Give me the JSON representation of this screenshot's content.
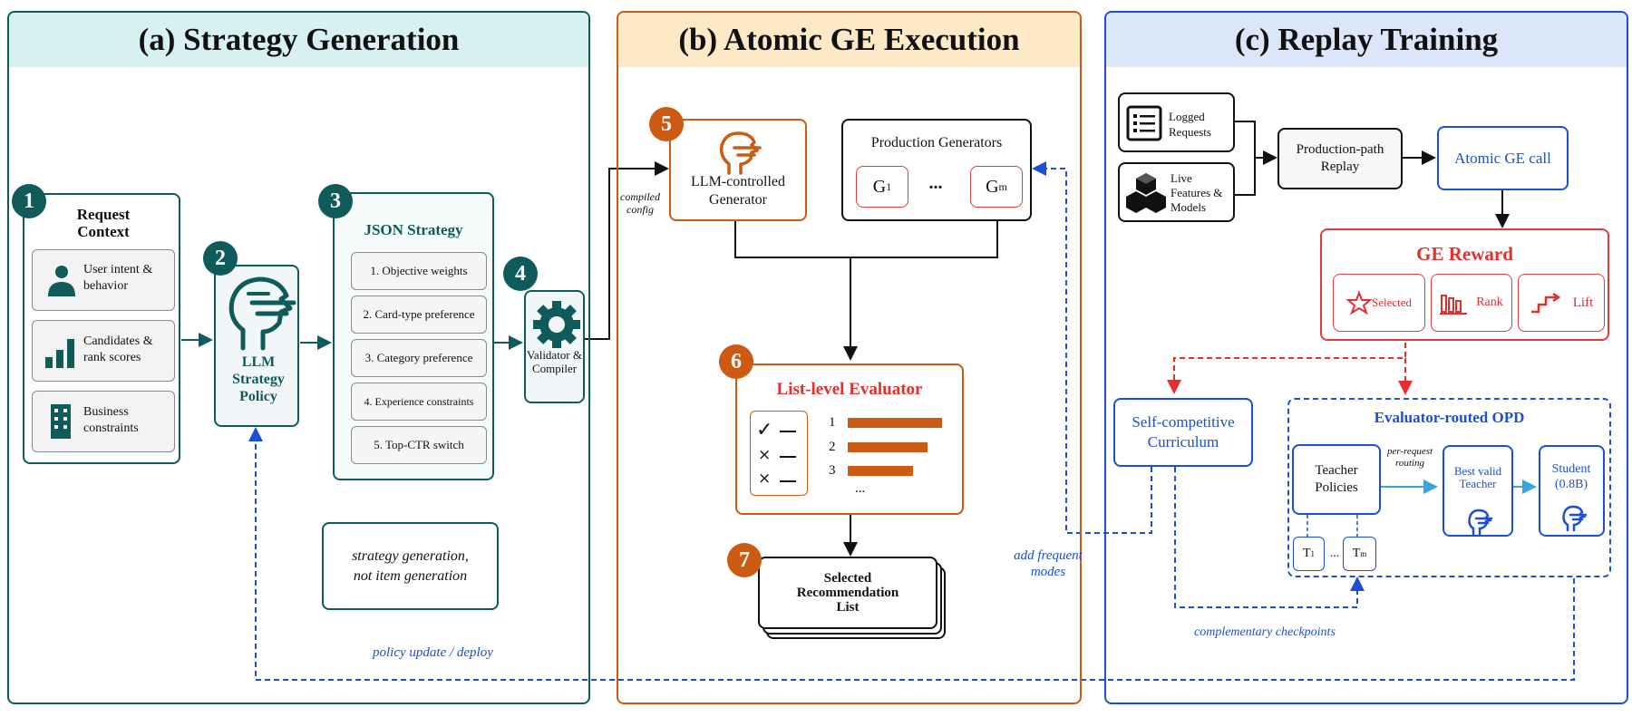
{
  "panels": {
    "a": {
      "title": "(a) Strategy Generation"
    },
    "b": {
      "title": "(b) Atomic GE Execution"
    },
    "c": {
      "title": "(c) Replay Training"
    }
  },
  "steps": {
    "s1": "1",
    "s2": "2",
    "s3": "3",
    "s4": "4",
    "s5": "5",
    "s6": "6",
    "s7": "7"
  },
  "request_context": {
    "title": "Request Context",
    "items": [
      "User intent & behavior",
      "Candidates & rank scores",
      "Business constraints"
    ]
  },
  "llm_policy": {
    "label": "LLM Strategy Policy"
  },
  "json_strategy": {
    "title": "JSON Strategy",
    "items": [
      "1. Objective weights",
      "2. Card-type preference",
      "3. Category preference",
      "4. Experience constraints",
      "5. Top-CTR switch"
    ]
  },
  "validator": {
    "label": "Validator & Compiler"
  },
  "note_a": "strategy generation, not item generation",
  "compiled_config": "compiled config",
  "llm_generator": {
    "label": "LLM-controlled Generator"
  },
  "production_generators": {
    "title": "Production Generators",
    "g1": "G",
    "g1_sub": "1",
    "dots": "...",
    "gm": "G",
    "gm_sub": "m"
  },
  "evaluator": {
    "title": "List-level Evaluator",
    "ranks": [
      "1",
      "2",
      "3"
    ],
    "more": "..."
  },
  "selected_list": {
    "label": "Selected Recommendation List"
  },
  "add_frequent_modes": "add frequent modes",
  "policy_update": "policy update / deploy",
  "replay": {
    "logged_requests": "Logged Requests",
    "live_features": "Live Features & Models",
    "production_path": "Production-path Replay",
    "atomic_call": "Atomic GE call"
  },
  "ge_reward": {
    "title": "GE Reward",
    "items": [
      "Selected",
      "Rank",
      "Lift"
    ]
  },
  "curriculum": {
    "label": "Self-competitive Curriculum"
  },
  "opd": {
    "title": "Evaluator-routed OPD",
    "teacher_policies": "Teacher Policies",
    "per_request_routing": "per-request routing",
    "best_teacher": "Best valid Teacher",
    "student": "Student (0.8B)",
    "t1": "T",
    "t1_sub": "1",
    "tdots": "...",
    "tm": "T",
    "tm_sub": "m"
  },
  "complementary_checkpoints": "complementary checkpoints",
  "colors": {
    "teal": "#0f5b5b",
    "orange": "#cc5a12",
    "blue": "#1c4fd4",
    "red": "#e52e2e",
    "head_a": "#d7f1f3",
    "head_b": "#fde9c6",
    "head_c": "#dbe6f8"
  }
}
